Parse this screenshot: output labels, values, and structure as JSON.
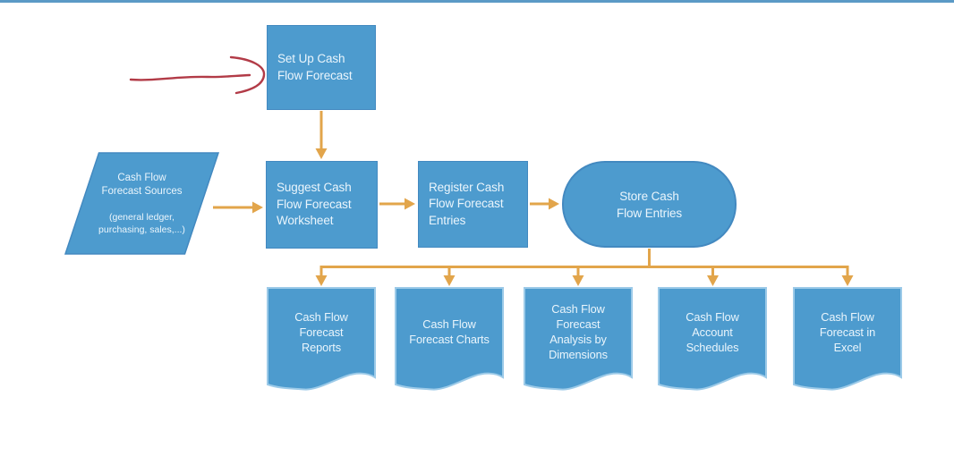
{
  "colors": {
    "shape_fill": "#4D9BCE",
    "shape_border": "#4389C0",
    "doc_border": "#9CCAE8",
    "arrow": "#E2A54B",
    "annotation": "#B23B47",
    "top_rule": "#5B9AC6",
    "text": "#EAF5FC"
  },
  "flowchart": {
    "nodes": {
      "setup": {
        "type": "process",
        "lines": [
          "Set Up Cash",
          "Flow Forecast"
        ]
      },
      "sources": {
        "type": "data-parallelogram",
        "lines": [
          "Cash Flow",
          "Forecast Sources"
        ],
        "note_lines": [
          "(general ledger,",
          "purchasing, sales,...)"
        ]
      },
      "suggest": {
        "type": "process",
        "lines": [
          "Suggest Cash",
          "Flow Forecast",
          "Worksheet"
        ]
      },
      "register": {
        "type": "process",
        "lines": [
          "Register Cash",
          "Flow Forecast",
          "Entries"
        ]
      },
      "store": {
        "type": "stored-data",
        "lines": [
          "Store Cash",
          "Flow Entries"
        ]
      }
    },
    "docs": [
      {
        "type": "document",
        "lines": [
          "Cash Flow",
          "Forecast",
          "Reports"
        ]
      },
      {
        "type": "document",
        "lines": [
          "Cash Flow",
          "Forecast Charts"
        ]
      },
      {
        "type": "document",
        "lines": [
          "Cash Flow",
          "Forecast",
          "Analysis by",
          "Dimensions"
        ]
      },
      {
        "type": "document",
        "lines": [
          "Cash Flow",
          "Account",
          "Schedules"
        ]
      },
      {
        "type": "document",
        "lines": [
          "Cash Flow",
          "Forecast in",
          "Excel"
        ]
      }
    ],
    "annotation": {
      "type": "hand-drawn-arrow",
      "color": "#B23B47"
    }
  }
}
